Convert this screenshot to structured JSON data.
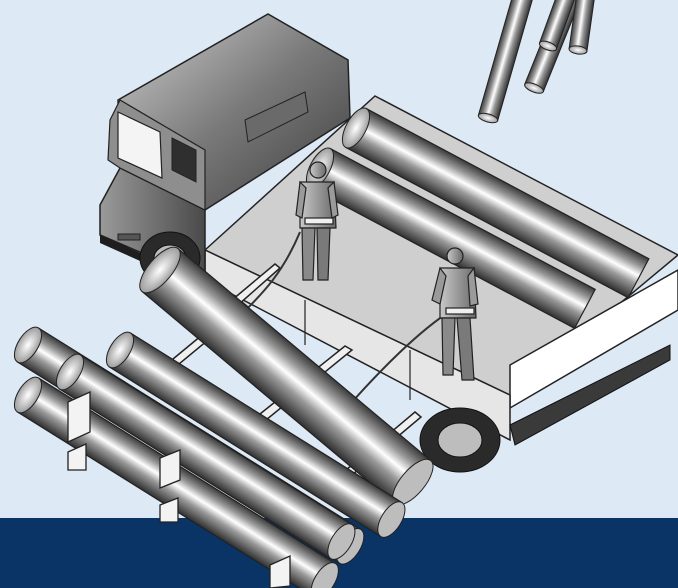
{
  "scene": {
    "background_color": "#dde9f5",
    "footer_band_color": "#0a3366",
    "pipe_metal_light": "#ffffff",
    "pipe_metal_dark": "#4a4a4a",
    "truck_cab_color": "#7a7a7a",
    "truck_bed_color": "#cfcfcf",
    "worker_color": "#9a9a9a",
    "objects": [
      "truck",
      "truck-cab",
      "truck-bed",
      "pipes-on-truck-bed",
      "pipe-on-skid-ramp",
      "skid-ramp",
      "ground-pipe-stack",
      "wooden-blocks",
      "worker-on-truck-left",
      "worker-on-truck-right",
      "ropes",
      "suspended-pipes"
    ]
  }
}
